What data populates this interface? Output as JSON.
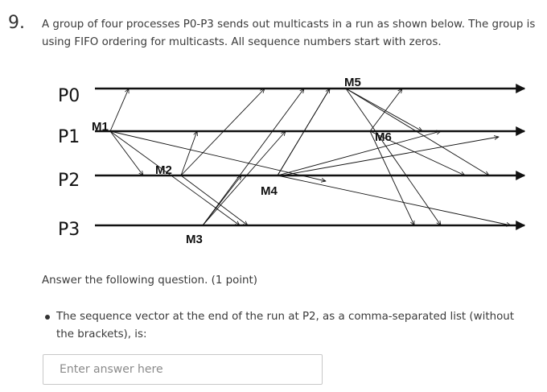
{
  "question": {
    "number": "9.",
    "text": "A group of four processes P0-P3 sends out multicasts in a run as shown below. The group is using FIFO ordering for multicasts. All sequence numbers start with zeros."
  },
  "diagram": {
    "processes": [
      "P0",
      "P1",
      "P2",
      "P3"
    ],
    "messages": [
      "M1",
      "M2",
      "M3",
      "M4",
      "M5",
      "M6"
    ]
  },
  "answer_section": {
    "label": "Answer the following question. (1 point)",
    "prompt": "The sequence vector at the end of the run at P2, as a comma-separated list (without the brackets), is:",
    "input_placeholder": "Enter answer here",
    "input_value": ""
  }
}
